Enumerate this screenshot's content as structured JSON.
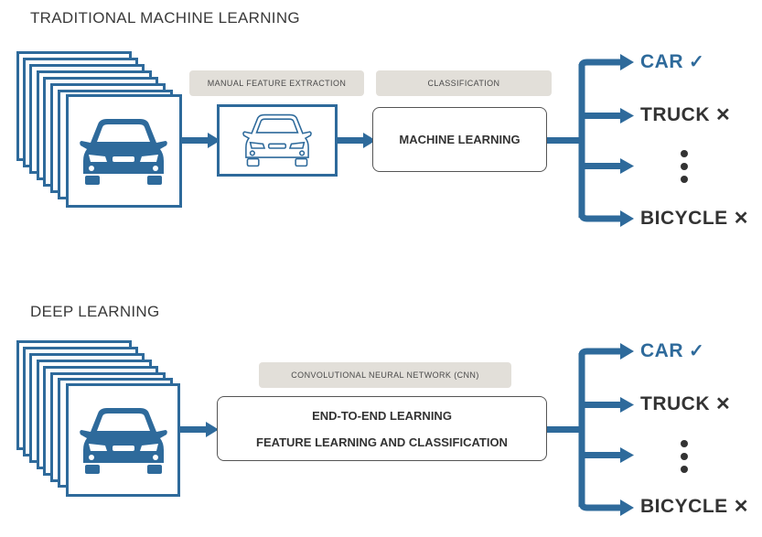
{
  "sections": [
    {
      "title": "TRADITIONAL MACHINE LEARNING",
      "stages": [
        {
          "tag": "MANUAL FEATURE EXTRACTION",
          "icon": "car-outline-icon"
        },
        {
          "tag": "CLASSIFICATION",
          "box_lines": [
            "MACHINE LEARNING"
          ]
        }
      ],
      "outputs": [
        {
          "label": "CAR",
          "mark": "✓",
          "status": "correct"
        },
        {
          "label": "TRUCK",
          "mark": "✕",
          "status": "incorrect"
        },
        {
          "label": "",
          "mark": "",
          "status": "ellipsis"
        },
        {
          "label": "BICYCLE",
          "mark": "✕",
          "status": "incorrect"
        }
      ]
    },
    {
      "title": "DEEP LEARNING",
      "stages": [
        {
          "tag": "CONVOLUTIONAL NEURAL NETWORK (CNN)",
          "box_lines": [
            "END-TO-END LEARNING",
            "FEATURE LEARNING AND CLASSIFICATION"
          ]
        }
      ],
      "outputs": [
        {
          "label": "CAR",
          "mark": "✓",
          "status": "correct"
        },
        {
          "label": "TRUCK",
          "mark": "✕",
          "status": "incorrect"
        },
        {
          "label": "",
          "mark": "",
          "status": "ellipsis"
        },
        {
          "label": "BICYCLE",
          "mark": "✕",
          "status": "incorrect"
        }
      ]
    }
  ],
  "colors": {
    "accent": "#2e6a9b",
    "tag_bg": "#e2dfd9",
    "text": "#333333"
  }
}
